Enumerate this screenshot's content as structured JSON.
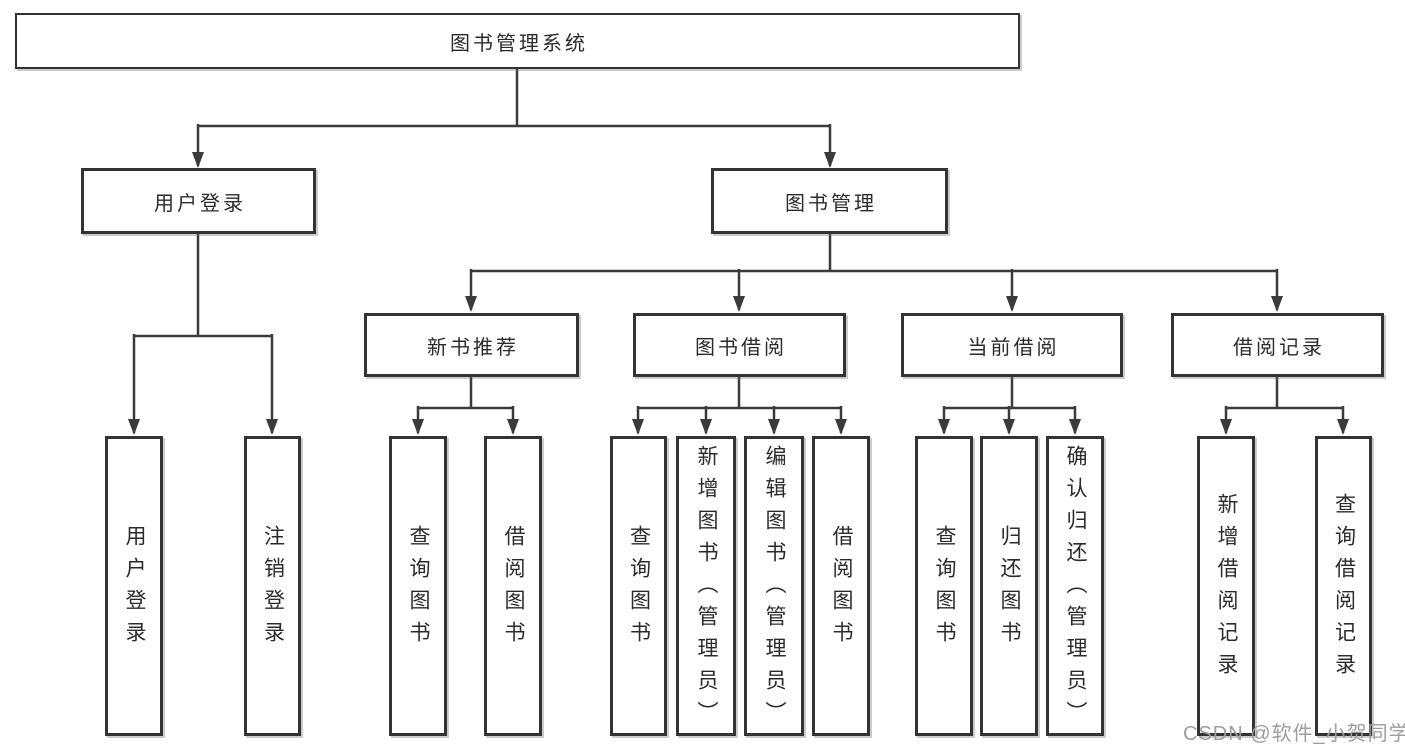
{
  "tree": {
    "root": {
      "label": "图书管理系统"
    },
    "level2": [
      {
        "label": "用户登录"
      },
      {
        "label": "图书管理"
      }
    ],
    "level3": [
      {
        "label": "新书推荐",
        "parent": "图书管理"
      },
      {
        "label": "图书借阅",
        "parent": "图书管理"
      },
      {
        "label": "当前借阅",
        "parent": "图书管理"
      },
      {
        "label": "借阅记录",
        "parent": "图书管理"
      }
    ],
    "leaves": [
      {
        "label": "用户登录",
        "parent": "用户登录"
      },
      {
        "label": "注销登录",
        "parent": "用户登录"
      },
      {
        "label": "查询图书",
        "parent": "新书推荐"
      },
      {
        "label": "借阅图书",
        "parent": "新书推荐"
      },
      {
        "label": "查询图书",
        "parent": "图书借阅"
      },
      {
        "label": "新增图书（管理员）",
        "parent": "图书借阅"
      },
      {
        "label": "编辑图书（管理员）",
        "parent": "图书借阅"
      },
      {
        "label": "借阅图书",
        "parent": "图书借阅"
      },
      {
        "label": "查询图书",
        "parent": "当前借阅"
      },
      {
        "label": "归还图书",
        "parent": "当前借阅"
      },
      {
        "label": "确认归还（管理员）",
        "parent": "当前借阅"
      },
      {
        "label": "新增借阅记录",
        "parent": "借阅记录"
      },
      {
        "label": "查询借阅记录",
        "parent": "借阅记录"
      }
    ]
  },
  "watermark": "CSDN @软件_小贺同学",
  "colors": {
    "line": "#3b3b3e",
    "box_border": "#333336",
    "box_fill": "#ffffff",
    "text": "#2b2b2e",
    "background": "#ffffff",
    "watermark": "#9d9da0"
  }
}
